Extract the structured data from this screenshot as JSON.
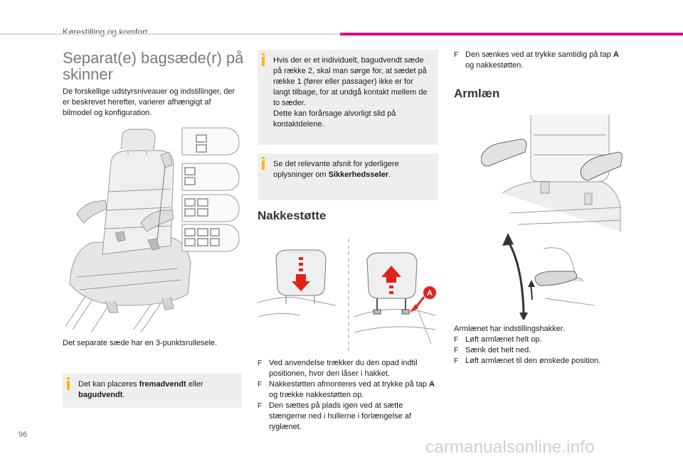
{
  "header": {
    "section_title": "Kørestilling og komfort"
  },
  "left": {
    "title_line1": "Separat(e) bagsæde(r) på",
    "title_line2": "skinner",
    "intro": "De forskellige udstyrsniveauer og indstillinger, der er beskrevet herefter, varierer afhængigt af bilmodel og konfiguration.",
    "seat_caption": "Det separate sæde har en 3-punktsrullesele.",
    "info_prefix": "Det kan placeres ",
    "info_bold1": "fremadvendt",
    "info_mid": " eller ",
    "info_bold2": "bagudvendt",
    "info_suffix": "."
  },
  "middle": {
    "warning_text1": "Hvis der er et individuelt, bagudvendt sæde på række 2, skal man sørge for, at sædet på række 1 (fører eller passager) ikke er for langt tilbage, for at undgå kontakt mellem de to sæder.",
    "warning_text2": "Dette kan forårsage alvorligt slid på kontaktdelene.",
    "see_prefix": "Se det relevante afsnit for yderligere oplysninger om ",
    "see_bold": "Sikkerhedsseler",
    "see_suffix": ".",
    "headrest_title": "Nakkestøtte",
    "marker_a": "A",
    "bullet_mark": "F",
    "bullets": [
      {
        "text": "Ved anvendelse trækker du den opad indtil positionen, hvor den låser i hakket."
      },
      {
        "prefix": "Nakkestøtten afmonteres ved at trykke på tap ",
        "bold": "A",
        "suffix": " og trække nakkestøtten op."
      },
      {
        "text": "Den sættes på plads igen ved at sætte stængerne ned i hullerne i forlængelse af ryglænet."
      }
    ]
  },
  "right": {
    "lower_prefix": "Den sænkes ved at trykke samtidig på tap ",
    "lower_bold": "A",
    "lower_suffix": " og nakkestøtten.",
    "armrest_title": "Armlæn",
    "armrest_caption": "Armlænet har indstillingshakker.",
    "armrest_bullets": [
      "Løft armlænet helt op.",
      "Sænk det helt ned.",
      "Løft armlænet til den ønskede position."
    ]
  },
  "footer": {
    "page_number": "96",
    "watermark": "carmanualsonline.info"
  },
  "colors": {
    "accent_pink": "#e4007c",
    "info_yellow": "#f5b800",
    "arrow_red": "#e2231a",
    "box_grey": "#eeeeee"
  }
}
